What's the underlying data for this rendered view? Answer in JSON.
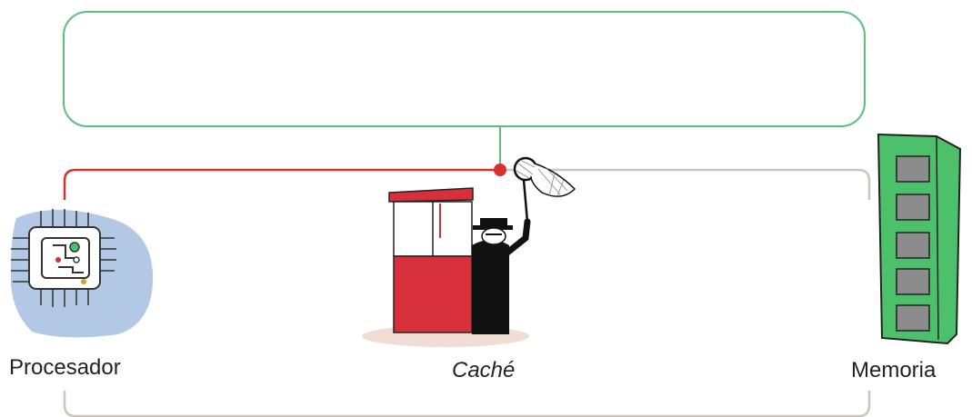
{
  "labels": {
    "processor": "Procesador",
    "cache": "Caché",
    "memory": "Memoria"
  },
  "colors": {
    "box_border": "#5cbf7f",
    "active_path": "#d6302f",
    "inactive_path": "#cdc4be",
    "processor_bg": "#b3c8e4",
    "booth_red": "#d8303a",
    "memory_green": "#4cc06a",
    "memory_chip": "#8c8c8c",
    "ground": "#f0ddd4"
  },
  "icons": {
    "processor": "processor-chip-icon",
    "cache": "guard-booth-icon",
    "net": "butterfly-net-icon",
    "memory": "memory-module-icon"
  }
}
